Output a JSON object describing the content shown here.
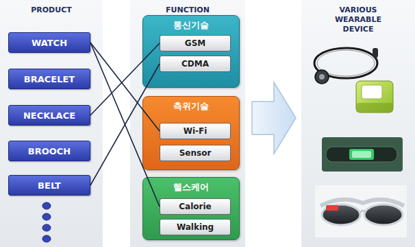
{
  "diagram": {
    "nodes": [
      {
        "text": [
          "PRODUCT"
        ]
      },
      {
        "text": [
          "WATCH"
        ],
        "in": 0
      },
      {
        "text": [
          "BRACELET"
        ],
        "in": 0
      },
      {
        "text": [
          "NECKLACE"
        ],
        "in": 0
      },
      {
        "text": [
          "BROOCH"
        ],
        "in": 0
      },
      {
        "text": [
          "BELT"
        ],
        "in": 0
      },
      {
        "text": [
          "FUNCTION"
        ]
      },
      {
        "text": [
          "통신기술"
        ],
        "in": 6
      },
      {
        "text": [
          "GSM"
        ],
        "in": 7
      },
      {
        "text": [
          "CDMA"
        ],
        "in": 7
      },
      {
        "text": [
          "측위기술"
        ],
        "in": 6
      },
      {
        "text": [
          "Wi-Fi"
        ],
        "in": 10
      },
      {
        "text": [
          "Sensor"
        ],
        "in": 10
      },
      {
        "text": [
          "헬스케어"
        ],
        "in": 6
      },
      {
        "text": [
          "Calorie"
        ],
        "in": 13
      },
      {
        "text": [
          "Walking"
        ],
        "in": 13
      },
      {
        "text": [
          "VARIOUS WEARABLE DEVICE"
        ]
      }
    ],
    "edges": [
      {
        "from": 1,
        "to": 11,
        "arrow": "none"
      },
      {
        "from": 1,
        "to": 14,
        "arrow": "none"
      },
      {
        "from": 3,
        "to": 8,
        "arrow": "none"
      },
      {
        "from": 5,
        "to": 9,
        "arrow": "none"
      }
    ]
  }
}
